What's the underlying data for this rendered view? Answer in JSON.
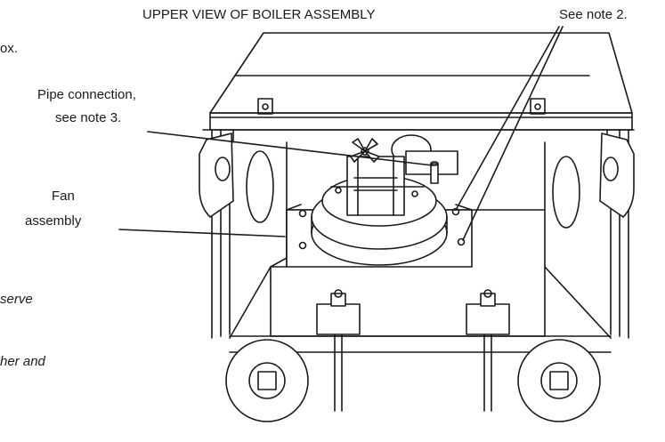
{
  "diagram": {
    "title": "UPPER VIEW OF BOILER ASSEMBLY",
    "note_ref": "See note 2.",
    "pipe_label": [
      "Pipe connection,",
      "see note 3."
    ],
    "fan_label": [
      "Fan",
      "assembly"
    ],
    "cut_off_text": [
      "ox.",
      "serve",
      "her and"
    ],
    "colors": {
      "ink": "#1a1a1a",
      "paper": "#ffffff"
    }
  }
}
